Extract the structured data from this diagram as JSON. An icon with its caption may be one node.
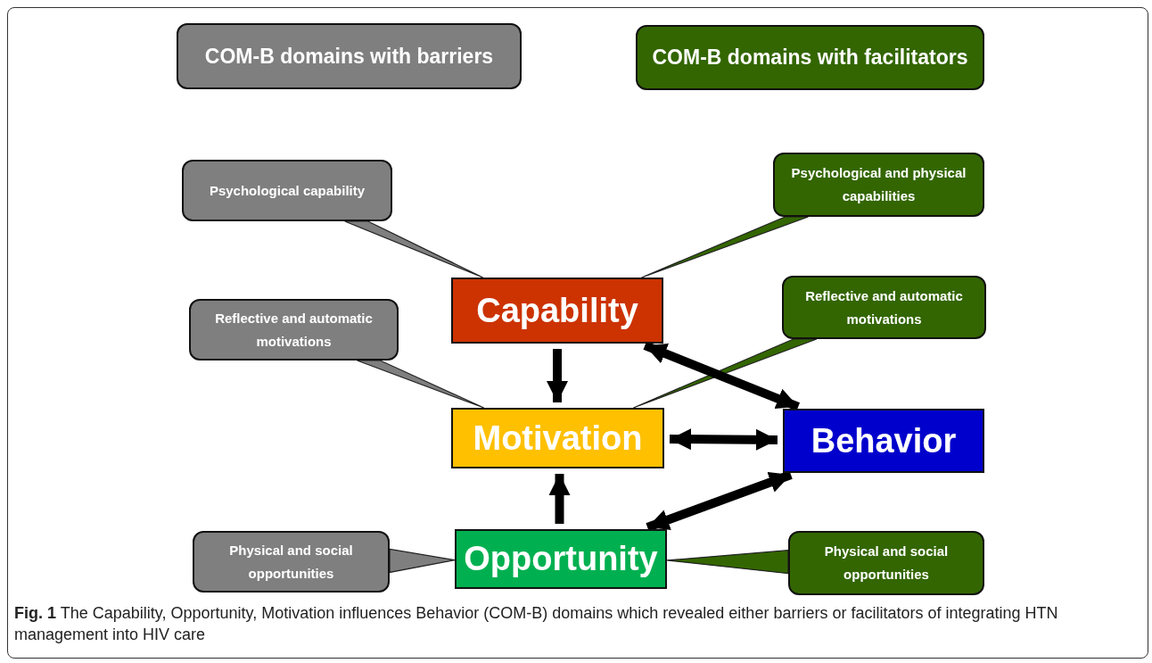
{
  "diagram": {
    "nodes": [
      {
        "text": [
          "COM-B domains with barriers"
        ]
      },
      {
        "text": [
          "COM-B domains with facilitators"
        ]
      },
      {
        "text": [
          "Psychological capability"
        ]
      },
      {
        "text": [
          "Psychological and physical capabilities"
        ]
      },
      {
        "text": [
          "Reflective and automatic motivations"
        ]
      },
      {
        "text": [
          "Reflective and automatic motivations"
        ]
      },
      {
        "text": [
          "Capability"
        ]
      },
      {
        "text": [
          "Motivation"
        ]
      },
      {
        "text": [
          "Behavior"
        ]
      },
      {
        "text": [
          "Physical and social opportunities"
        ]
      },
      {
        "text": [
          "Opportunity"
        ]
      },
      {
        "text": [
          "Physical and social opportunities"
        ]
      }
    ],
    "edges": [
      {
        "from": 2,
        "to": 6,
        "arrow": "none",
        "color": "#7f7f7f"
      },
      {
        "from": 3,
        "to": 6,
        "arrow": "none",
        "color": "#336600"
      },
      {
        "from": 4,
        "to": 7,
        "arrow": "none",
        "color": "#7f7f7f"
      },
      {
        "from": 5,
        "to": 7,
        "arrow": "none",
        "color": "#336600"
      },
      {
        "from": 9,
        "to": 10,
        "arrow": "none",
        "color": "#7f7f7f"
      },
      {
        "from": 11,
        "to": 10,
        "arrow": "none",
        "color": "#336600"
      },
      {
        "from": 6,
        "to": 7,
        "arrow": "to"
      },
      {
        "from": 10,
        "to": 7,
        "arrow": "to"
      },
      {
        "from": 6,
        "to": 8,
        "arrow": "both"
      },
      {
        "from": 7,
        "to": 8,
        "arrow": "both"
      },
      {
        "from": 10,
        "to": 8,
        "arrow": "both"
      }
    ],
    "caption": "**Fig. 1** The Capability, Opportunity, Motivation influences Behavior (COM-B) domains which revealed either barriers or facilitators of integrating HTN management into HIV care"
  }
}
